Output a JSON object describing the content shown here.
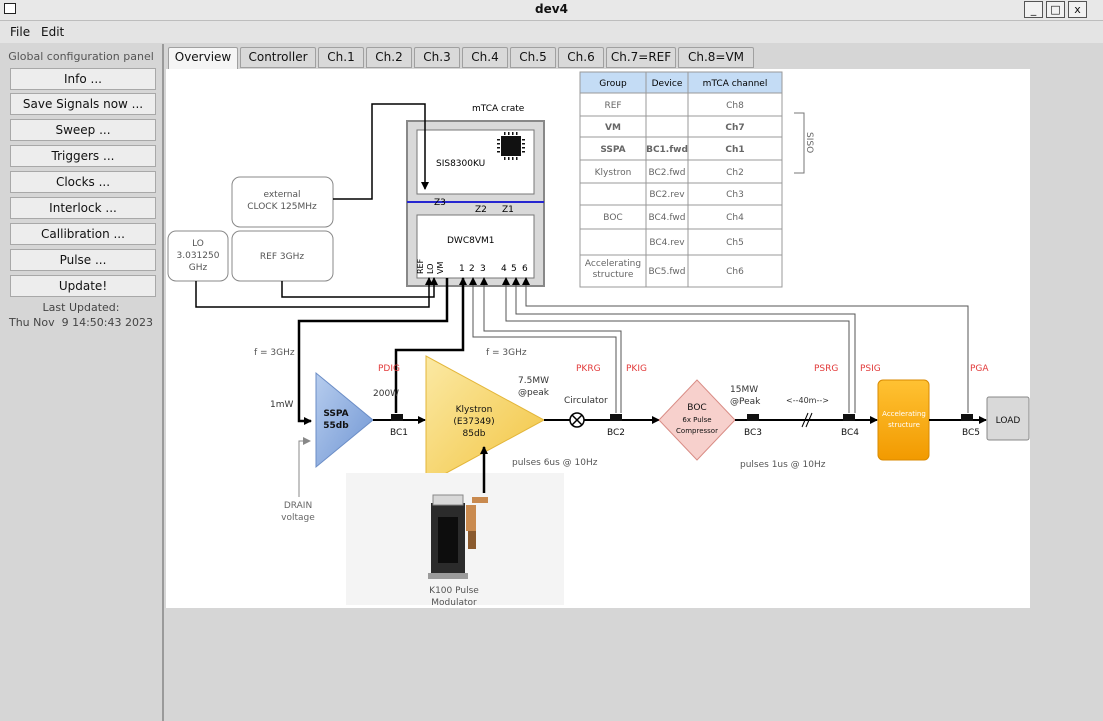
{
  "window": {
    "title": "dev4",
    "minimize": "_",
    "maximize": "□",
    "close": "x"
  },
  "menu": {
    "file": "File",
    "edit": "Edit"
  },
  "panel": {
    "title": "Global configuration panel",
    "buttons": [
      "Info ...",
      "Save Signals now ...",
      "Sweep ...",
      "Triggers ...",
      "Clocks ...",
      "Interlock ...",
      "Callibration ...",
      "Pulse ...",
      "Update!"
    ],
    "last_updated_label": "Last Updated:",
    "last_updated_value": "Thu Nov  9 14:50:43 2023"
  },
  "tabs": [
    "Overview",
    "Controller",
    "Ch.1",
    "Ch.2",
    "Ch.3",
    "Ch.4",
    "Ch.5",
    "Ch.6",
    "Ch.7=REF",
    "Ch.8=VM"
  ],
  "active_tab": "Overview",
  "diagram": {
    "crate_label": "mTCA crate",
    "sis_label": "SIS8300KU",
    "dwc_label": "DWC8VM1",
    "z3": "Z3",
    "z2": "Z2",
    "z1": "Z1",
    "ports": [
      "REF",
      "LO",
      "VM",
      "1",
      "2",
      "3",
      "4",
      "5",
      "6"
    ],
    "ext_clock": [
      "external",
      "CLOCK 125MHz"
    ],
    "lo": [
      "LO",
      "3.031250",
      "GHz"
    ],
    "ref": "REF 3GHz",
    "f1": "f = 3GHz",
    "f2": "f = 3GHz",
    "pdig": "PDIG",
    "pkrg": "PKRG",
    "pkig": "PKIG",
    "psrg": "PSRG",
    "psig": "PSIG",
    "pga": "PGA",
    "in_power": "1mW",
    "sspa": [
      "SSPA",
      "55db"
    ],
    "sspa_out": "200W",
    "klystron": [
      "Klystron",
      "(E37349)",
      "85db"
    ],
    "klystron_out": [
      "7.5MW",
      "@peak"
    ],
    "circulator": "Circulator",
    "boc": [
      "BOC",
      "6x Pulse",
      "Compressor"
    ],
    "boc_out": [
      "15MW",
      "@Peak"
    ],
    "distance": "<--40m-->",
    "acc": [
      "Accelerating",
      "structure"
    ],
    "load": "LOAD",
    "bc": [
      "BC1",
      "BC2",
      "BC3",
      "BC4",
      "BC5"
    ],
    "pulses1": "pulses 6us @ 10Hz",
    "pulses2": "pulses 1us @ 10Hz",
    "drain": [
      "DRAIN",
      "voltage"
    ],
    "modulator": [
      "K100 Pulse",
      "Modulator"
    ],
    "siso": "SISO"
  },
  "channel_table": {
    "headers": [
      "Group",
      "Device",
      "mTCA channel"
    ],
    "rows": [
      [
        "REF",
        "",
        "Ch8"
      ],
      [
        "VM",
        "",
        "Ch7"
      ],
      [
        "SSPA",
        "BC1.fwd",
        "Ch1"
      ],
      [
        "Klystron",
        "BC2.fwd",
        "Ch2"
      ],
      [
        "",
        "BC2.rev",
        "Ch3"
      ],
      [
        "BOC",
        "BC4.fwd",
        "Ch4"
      ],
      [
        "",
        "BC4.rev",
        "Ch5"
      ],
      [
        "Accelerating structure",
        "BC5.fwd",
        "Ch6"
      ]
    ]
  },
  "colors": {
    "sspa": "#8fb0e0",
    "klystron": "#f5d36a",
    "boc": "#f7d0cc",
    "acc": "#f7a800",
    "signal_label": "#e23b3b",
    "header": "#c4dcf5"
  }
}
